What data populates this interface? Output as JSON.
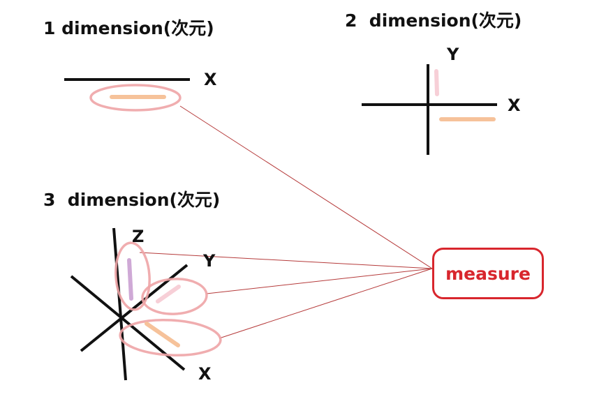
{
  "titles": {
    "one_d": "1 dimension(次元)",
    "two_d": "2  dimension(次元)",
    "three_d": "3  dimension(次元)"
  },
  "axes": {
    "one_d_x": "X",
    "two_d_x": "X",
    "two_d_y": "Y",
    "three_d_x": "X",
    "three_d_y": "Y",
    "three_d_z": "Z"
  },
  "measure": {
    "label": "measure"
  },
  "colors": {
    "axis": "#111111",
    "ellipse": "#eea4a6",
    "connector": "#b53a3a",
    "measure": "#d8262d",
    "bar_orange": "#f6c29a",
    "bar_pink": "#f7cfd7",
    "bar_purple": "#cfa9d6"
  }
}
